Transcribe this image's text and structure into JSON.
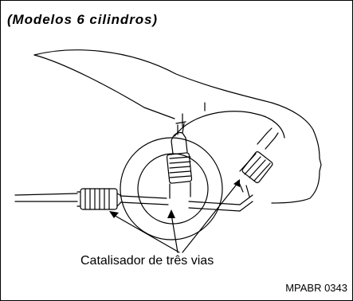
{
  "figure": {
    "title": "(Modelos 6 cilindros)",
    "callout_label": "Catalisador de três vias",
    "figure_code": "MPABR 0343"
  },
  "icons": [
    "car-body-outline",
    "zoom-circle",
    "catalytic-converter"
  ],
  "colors": {
    "line": "#000000",
    "background": "#ffffff"
  }
}
